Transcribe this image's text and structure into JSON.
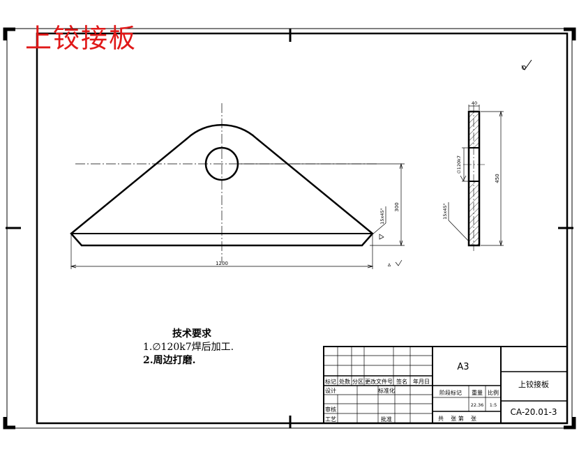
{
  "drawing_title": "上铰接板",
  "roughness_symbol": "√",
  "tech_requirements": {
    "heading": "技术要求",
    "line1": "1.∅120k7焊后加工.",
    "line2": "2.周边打磨."
  },
  "front_view": {
    "dim_width": "1200",
    "dim_height": "300",
    "weld_note": "15x45°",
    "weld_symbol": "∆"
  },
  "side_view": {
    "dim_thickness": "40",
    "dim_bore": "∅120k7",
    "dim_height": "450",
    "weld_note": "15x45°"
  },
  "title_block": {
    "sheet_size": "A3",
    "part_name": "上铰接板",
    "drawing_no": "CA-20.01-3",
    "weight": "22.36",
    "scale": "1:5",
    "h_mark": "标记",
    "h_qty": "处数",
    "h_zone": "分区",
    "h_doc": "更改文件号",
    "h_sign": "签名",
    "h_date": "年月日",
    "r_design": "设计",
    "r_standard": "标准化",
    "r_review": "审核",
    "r_process": "工艺",
    "r_approve": "批准",
    "h_stage": "阶段标记",
    "h_weight": "重量",
    "h_scale": "比例",
    "sheets": "共    张 第    张"
  }
}
